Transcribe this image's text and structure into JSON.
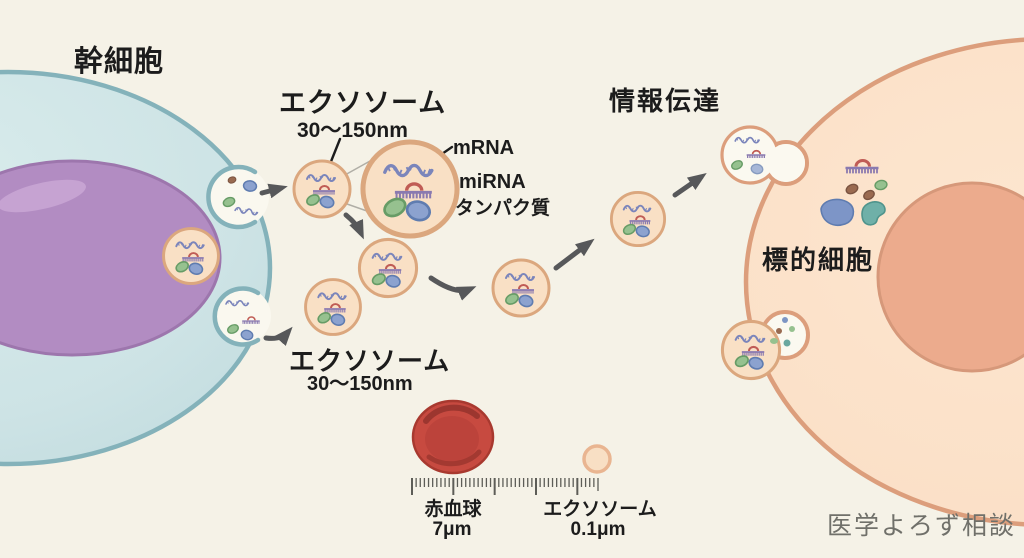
{
  "stem_cell": {
    "label": "幹細胞"
  },
  "exosome_release_top": {
    "title": "エクソソーム",
    "size": "30〜150nm"
  },
  "exosome_release_bottom": {
    "title": "エクソソーム",
    "size": "30〜150nm"
  },
  "exosome_contents": {
    "mrna": "mRNA",
    "mirna": "miRNA",
    "protein": "タンパク質"
  },
  "signal_transfer": {
    "label": "情報伝達"
  },
  "target_cell": {
    "label": "標的細胞"
  },
  "scale_bar": {
    "rbc_name": "赤血球",
    "rbc_size": "7μm",
    "exosome_name": "エクソソーム",
    "exosome_size": "0.1μm"
  },
  "watermark": "医学よろず相談",
  "colors": {
    "background": "#f5f2e7",
    "stem_cell_fill": "#cfe4e6",
    "stem_cell_border": "#84b2ba",
    "nucleus_fill": "#b28cc2",
    "exosome_fill": "#f9e0c5",
    "exosome_border": "#dba77e",
    "mrna_strand": "#7b85bb",
    "mirna_comb": "#8a7ab0",
    "mirna_arc": "#c05c55",
    "protein_green": "#96c18f",
    "protein_blue": "#8ca2cf",
    "target_cell_fill": "#fbe2ca",
    "target_cell_border": "#dc9e7c",
    "target_nucleus_fill": "#ecab8d",
    "rbc_fill": "#c74a40",
    "arrow": "#57585a",
    "text": "#1c1c1c",
    "watermark_text": "#70706a"
  }
}
